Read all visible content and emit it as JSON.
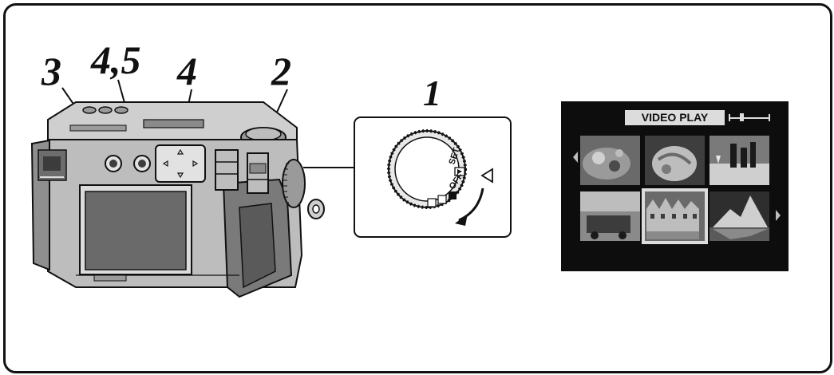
{
  "step_labels": {
    "label_3": "3",
    "label_4_5": "4,5",
    "label_4": "4",
    "label_2": "2",
    "label_1": "1"
  },
  "dial": {
    "set": "SET",
    "off": "OFF"
  },
  "screen": {
    "title": "VIDEO PLAY"
  },
  "icons": {
    "prev_arrow": "left-triangle-icon",
    "next_arrow": "right-triangle-icon",
    "dial_pointer": "left-triangle-icon",
    "rotate_arrow": "curved-arrow-icon"
  },
  "colors": {
    "ink": "#111111",
    "body_grey": "#bdbdbd",
    "dark_grey": "#5a5a5a",
    "screen_bg": "#0d0d0d"
  }
}
